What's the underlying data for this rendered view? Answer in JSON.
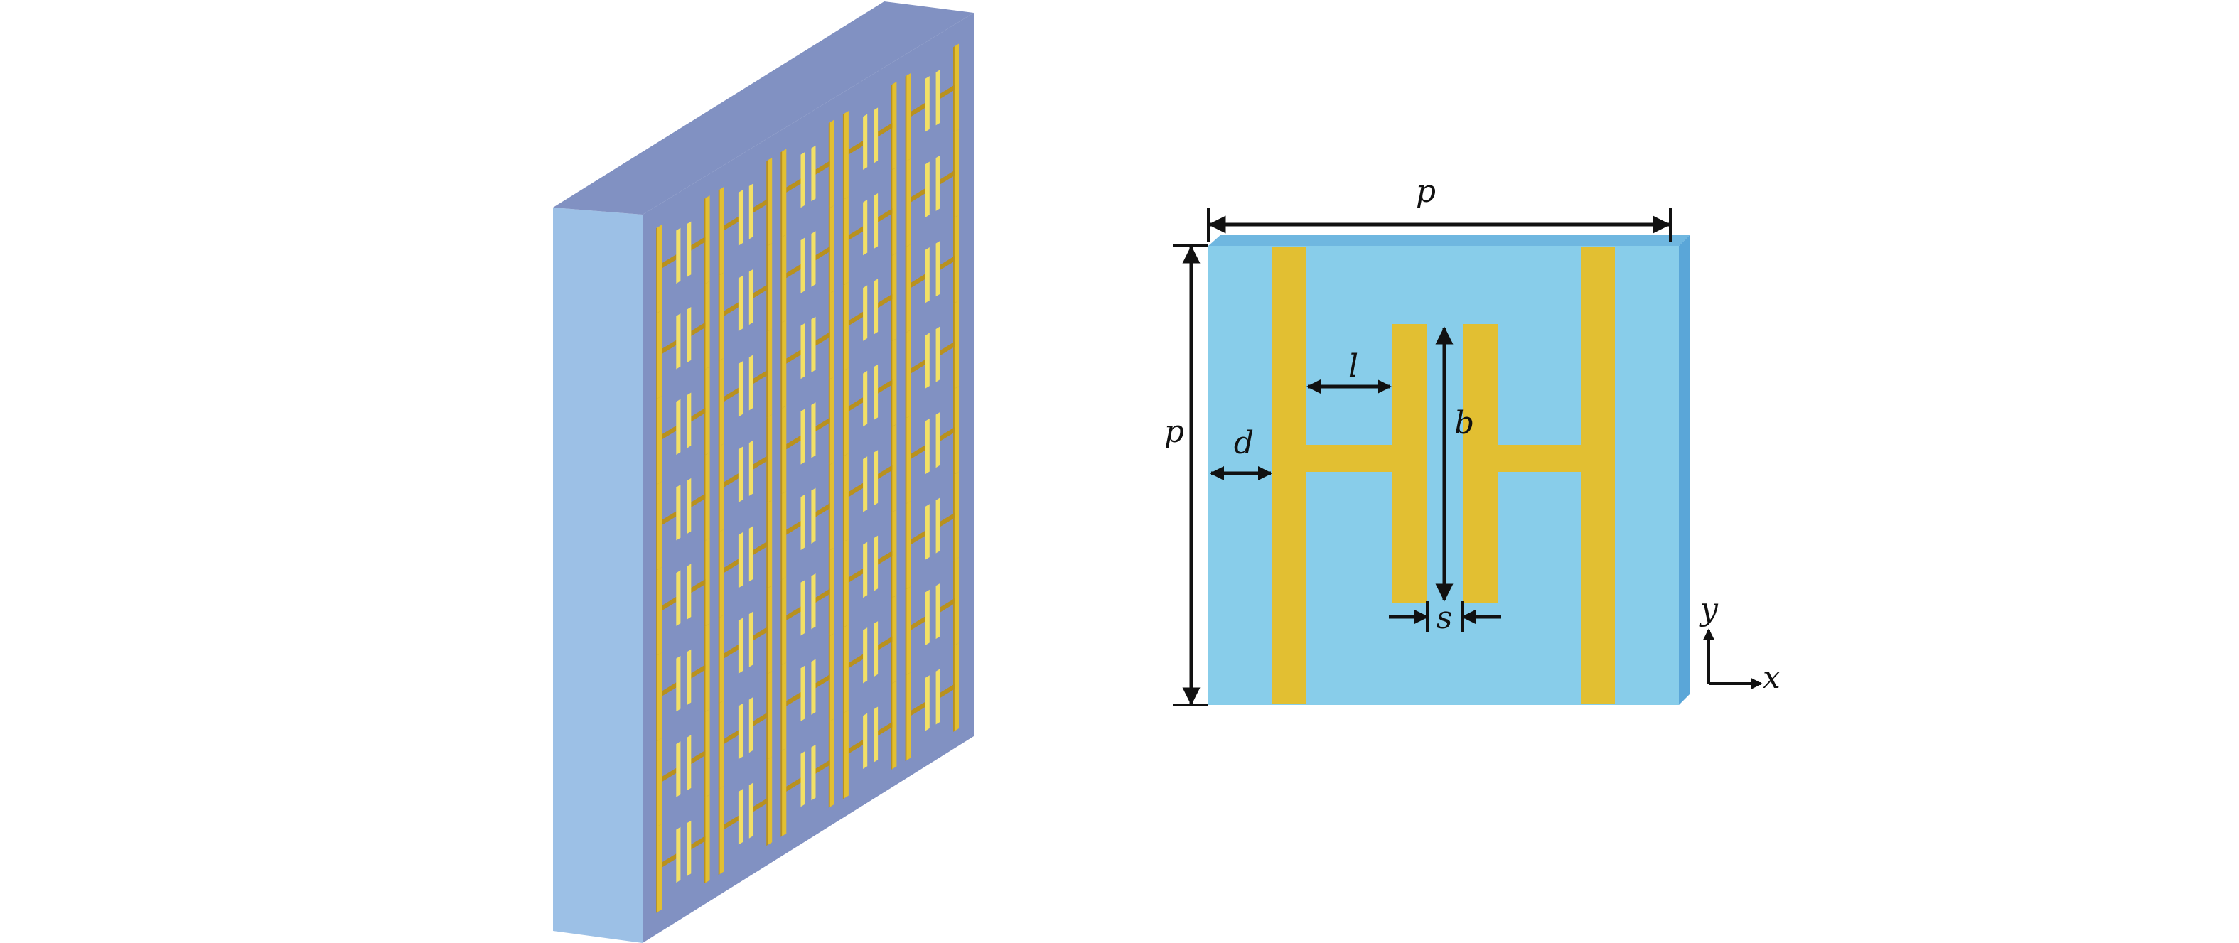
{
  "colors": {
    "substrate_front": "#88cdea",
    "substrate_top_edge": "#6fb7e0",
    "substrate_side_edge": "#5aa6d8",
    "block_face": "#8191c2",
    "block_side": "#9cc0e6",
    "metal": "#e2bf32",
    "metal_dark": "#b9911e",
    "metal_light": "#f2e066",
    "arrow": "#111111",
    "background": "#ffffff"
  },
  "array_view": {
    "columns": 5,
    "rows": 8
  },
  "unit_cell": {
    "labels": {
      "period_horizontal": "p",
      "period_vertical": "p",
      "edge_gap": "d",
      "arm_length": "l",
      "bar_length": "b",
      "slot_gap": "s"
    },
    "axes": {
      "x": "x",
      "y": "y"
    }
  }
}
